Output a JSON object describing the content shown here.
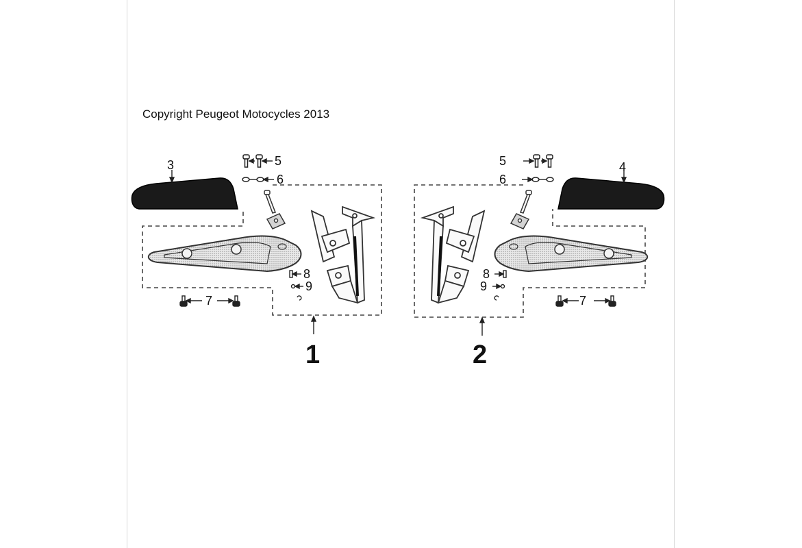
{
  "copyright": "Copyright Peugeot Motocycles 2013",
  "callouts": {
    "left_assembly": "1",
    "right_assembly": "2",
    "left_cover": "3",
    "right_cover": "4",
    "left_bolt": "5",
    "right_bolt": "5",
    "left_washer": "6",
    "right_washer": "6",
    "left_screw": "7",
    "right_screw": "7",
    "left_pin": "8",
    "right_pin": "8",
    "left_clip": "9",
    "right_clip": "9"
  },
  "colors": {
    "line": "#333333",
    "fill_dark": "#1a1a1a",
    "fill_grey": "#d4d4d4",
    "background": "#ffffff"
  }
}
